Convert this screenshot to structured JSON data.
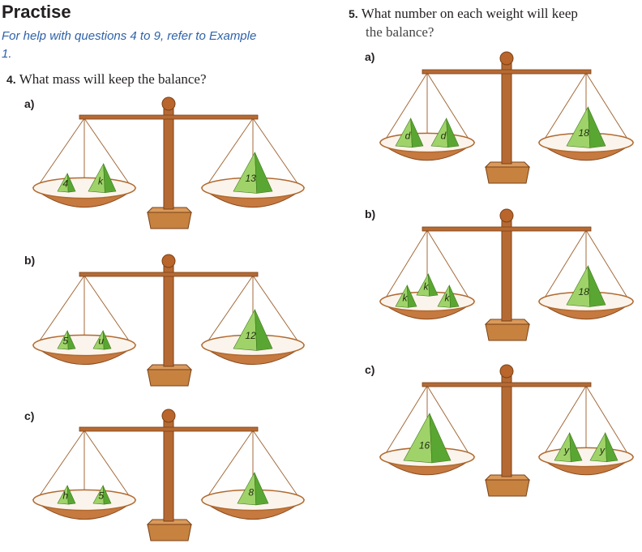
{
  "heading": "Practise",
  "help_text": "For help with questions 4 to 9, refer to Example 1.",
  "question4": {
    "number": "4.",
    "text": "What mass will keep the balance?",
    "parts": [
      {
        "label": "a)",
        "left": [
          "4",
          "k"
        ],
        "right": [
          "13"
        ]
      },
      {
        "label": "b)",
        "left": [
          "5",
          "u"
        ],
        "right": [
          "12"
        ]
      },
      {
        "label": "c)",
        "left": [
          "h",
          "5"
        ],
        "right": [
          "8"
        ]
      }
    ]
  },
  "question5": {
    "number": "5.",
    "text_line1": "What number on each weight will keep",
    "text_line2": "the balance?",
    "parts": [
      {
        "label": "a)",
        "left": [
          "d",
          "d"
        ],
        "right": [
          "18"
        ]
      },
      {
        "label": "b)",
        "left": [
          "k",
          "k",
          "k"
        ],
        "right": [
          "18"
        ]
      },
      {
        "label": "c)",
        "left": [
          "16"
        ],
        "right": [
          "y",
          "y"
        ]
      }
    ]
  },
  "colors": {
    "help_text": "#2f62a8",
    "pyramid_light": "#9fd36a",
    "pyramid_dark": "#5aa632",
    "wood": "#b66a33",
    "pan": "#c67a3f"
  }
}
